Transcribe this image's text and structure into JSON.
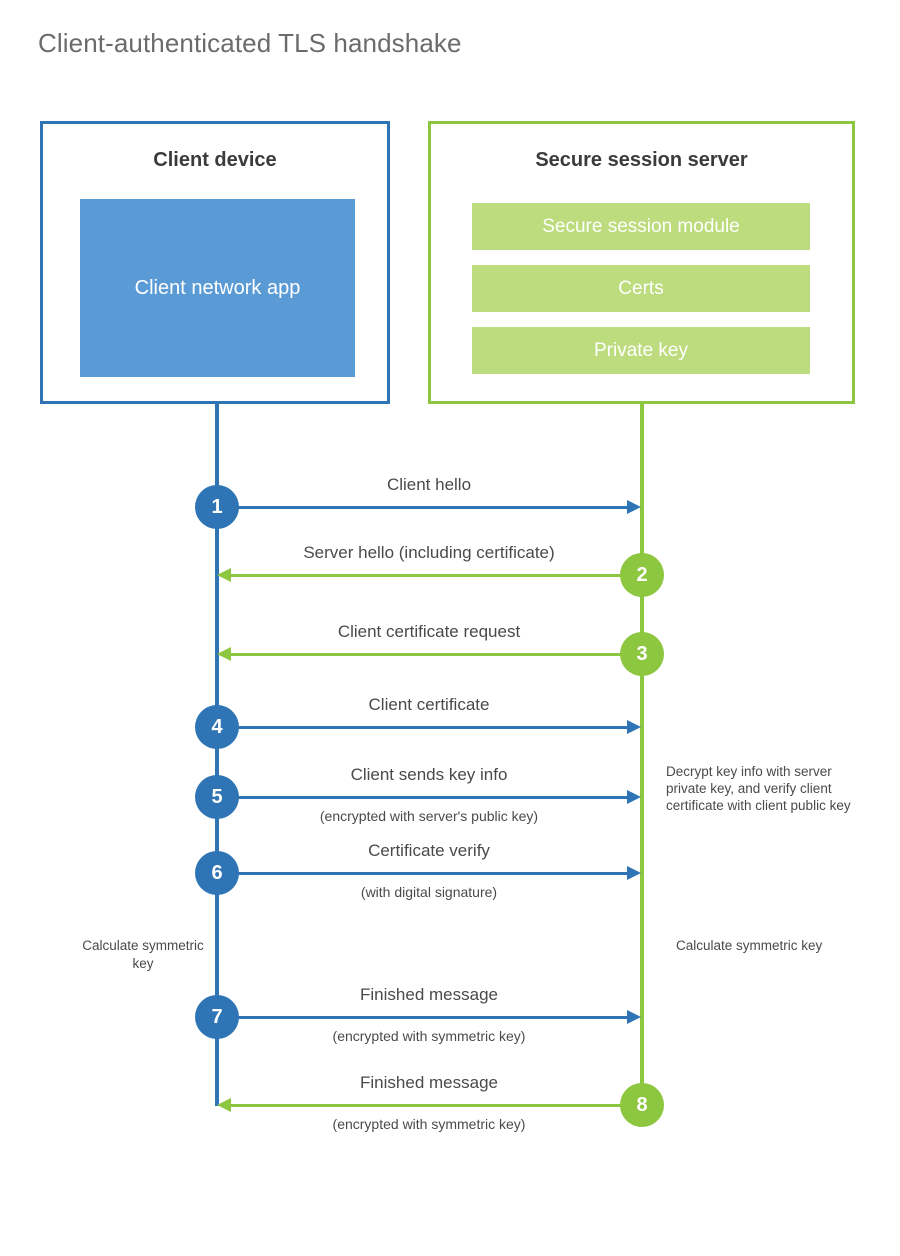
{
  "title": "Client-authenticated TLS handshake",
  "colors": {
    "client_blue": "#2f75b5",
    "client_app_fill": "#5b9bd5",
    "server_green": "#8dc63f",
    "server_bar_fill": "#bcdc7d",
    "text_gray": "#4a4a4a",
    "title_gray": "#6b6b6b"
  },
  "actors": {
    "client": {
      "title": "Client device",
      "app_label": "Client network app"
    },
    "server": {
      "title": "Secure session server",
      "components": [
        {
          "label": "Secure session module"
        },
        {
          "label": "Certs"
        },
        {
          "label": "Private key"
        }
      ]
    }
  },
  "messages": [
    {
      "number": "1",
      "direction": "client-to-server",
      "label": "Client hello",
      "sublabel": ""
    },
    {
      "number": "2",
      "direction": "server-to-client",
      "label": "Server hello (including certificate)",
      "sublabel": ""
    },
    {
      "number": "3",
      "direction": "server-to-client",
      "label": "Client certificate request",
      "sublabel": ""
    },
    {
      "number": "4",
      "direction": "client-to-server",
      "label": "Client certificate",
      "sublabel": ""
    },
    {
      "number": "5",
      "direction": "client-to-server",
      "label": "Client sends key info",
      "sublabel": "(encrypted with server's public key)"
    },
    {
      "number": "6",
      "direction": "client-to-server",
      "label": "Certificate verify",
      "sublabel": "(with digital signature)"
    },
    {
      "number": "7",
      "direction": "client-to-server",
      "label": "Finished message",
      "sublabel": "(encrypted with symmetric key)"
    },
    {
      "number": "8",
      "direction": "server-to-client",
      "label": "Finished message",
      "sublabel": "(encrypted with symmetric key)"
    }
  ],
  "annotations": {
    "server_decrypt": "Decrypt key info with server private key, and verify client certificate with client public key",
    "client_calculate": "Calculate symmetric key",
    "server_calculate": "Calculate symmetric key"
  }
}
